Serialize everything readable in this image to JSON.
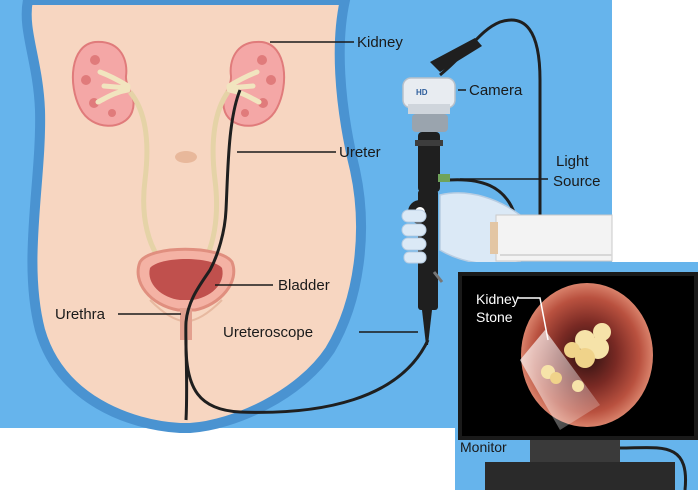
{
  "labels": {
    "kidney": "Kidney",
    "camera": "Camera",
    "ureter": "Ureter",
    "light_source_line1": "Light",
    "light_source_line2": "Source",
    "bladder": "Bladder",
    "urethra": "Urethra",
    "ureteroscope": "Ureteroscope",
    "kidney_stone_line1": "Kidney",
    "kidney_stone_line2": "Stone",
    "monitor": "Monitor"
  },
  "camera_brand": "HD",
  "icons": [
    "kidney-illustration",
    "bladder-illustration",
    "ureteroscope-illustration",
    "camera-illustration",
    "light-source-box",
    "monitor-illustration",
    "kidney-stone-illustration"
  ],
  "colors": {
    "background": "#66b4ec",
    "body_skin": "#f7d6c1",
    "body_edge": "#4a93d1",
    "kidney": "#f4a7a6",
    "bladder": "#c0504d",
    "ureter": "#e5d3a7",
    "scope": "#1f1f1f",
    "monitor_bezel": "#1a1a1a",
    "monitor_screen": "#000000",
    "stone": "#f6e3a9"
  }
}
